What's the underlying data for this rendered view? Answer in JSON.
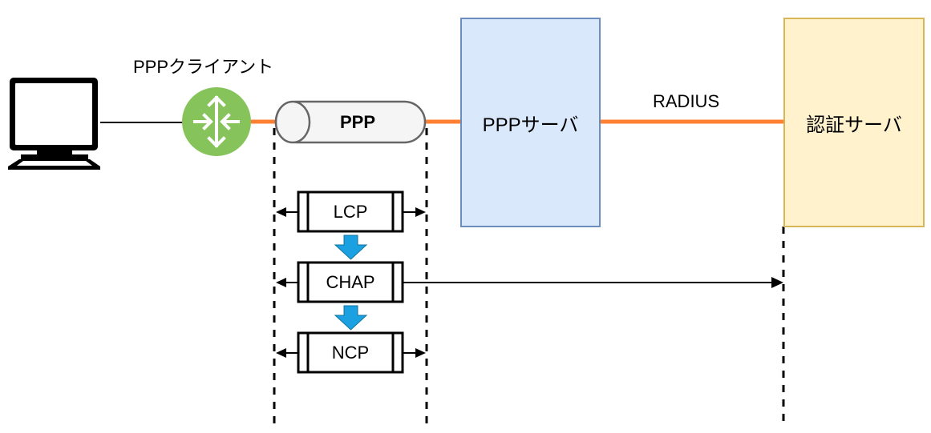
{
  "diagram": {
    "client": {
      "label": "PPPクライアント",
      "pc_icon": "desktop-computer-icon",
      "router_icon": "router-icon",
      "router_color": "#86C35A"
    },
    "tunnel": {
      "label": "PPP",
      "fill": "#F5F5F5",
      "stroke": "#666666"
    },
    "ppp_server": {
      "label": "PPPサーバ",
      "fill": "#DAE8FC",
      "stroke": "#6C8EBF"
    },
    "auth_server": {
      "label": "認証サーバ",
      "fill": "#FFF2CC",
      "stroke": "#D6B656"
    },
    "links": {
      "radius_label": "RADIUS",
      "link_color": "#FF8033"
    },
    "phases": [
      {
        "label": "LCP"
      },
      {
        "label": "CHAP"
      },
      {
        "label": "NCP"
      }
    ],
    "flow_arrow_color": "#1BA1E2"
  }
}
